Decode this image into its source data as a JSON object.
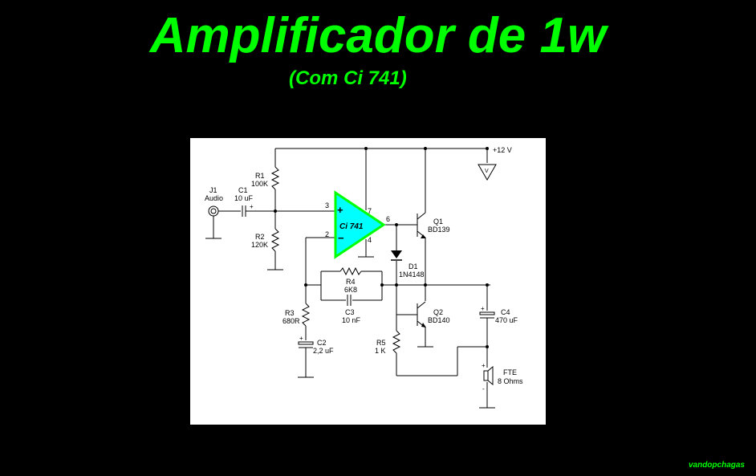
{
  "title": "Amplificador de 1w",
  "subtitle": "(Com Ci 741)",
  "credit": "vandopchagas",
  "colors": {
    "background": "#000000",
    "title": "#00ff00",
    "opamp_fill": "#00ffff",
    "opamp_stroke": "#00ff00"
  },
  "schematic": {
    "supply": "+12 V",
    "supply_symbol": "V",
    "opamp": {
      "label": "Ci 741",
      "plus": "+",
      "minus": "−",
      "pin3": "3",
      "pin2": "2",
      "pin7": "7",
      "pin4": "4",
      "pin6": "6"
    },
    "J1": {
      "ref": "J1",
      "value": "Audio"
    },
    "C1": {
      "ref": "C1",
      "value": "10 uF",
      "pol": "+"
    },
    "R1": {
      "ref": "R1",
      "value": "100K"
    },
    "R2": {
      "ref": "R2",
      "value": "120K"
    },
    "R3": {
      "ref": "R3",
      "value": "680R"
    },
    "R4": {
      "ref": "R4",
      "value": "6K8"
    },
    "R5": {
      "ref": "R5",
      "value": "1 K"
    },
    "C2": {
      "ref": "C2",
      "value": "2,2 uF",
      "pol": "+"
    },
    "C3": {
      "ref": "C3",
      "value": "10 nF"
    },
    "C4": {
      "ref": "C4",
      "value": "470 uF",
      "pol": "+"
    },
    "D1": {
      "ref": "D1",
      "value": "1N4148"
    },
    "Q1": {
      "ref": "Q1",
      "value": "BD139"
    },
    "Q2": {
      "ref": "Q2",
      "value": "BD140"
    },
    "FTE": {
      "ref": "FTE",
      "value": "8 Ohms",
      "pol_plus": "+",
      "pol_minus": "-"
    }
  }
}
